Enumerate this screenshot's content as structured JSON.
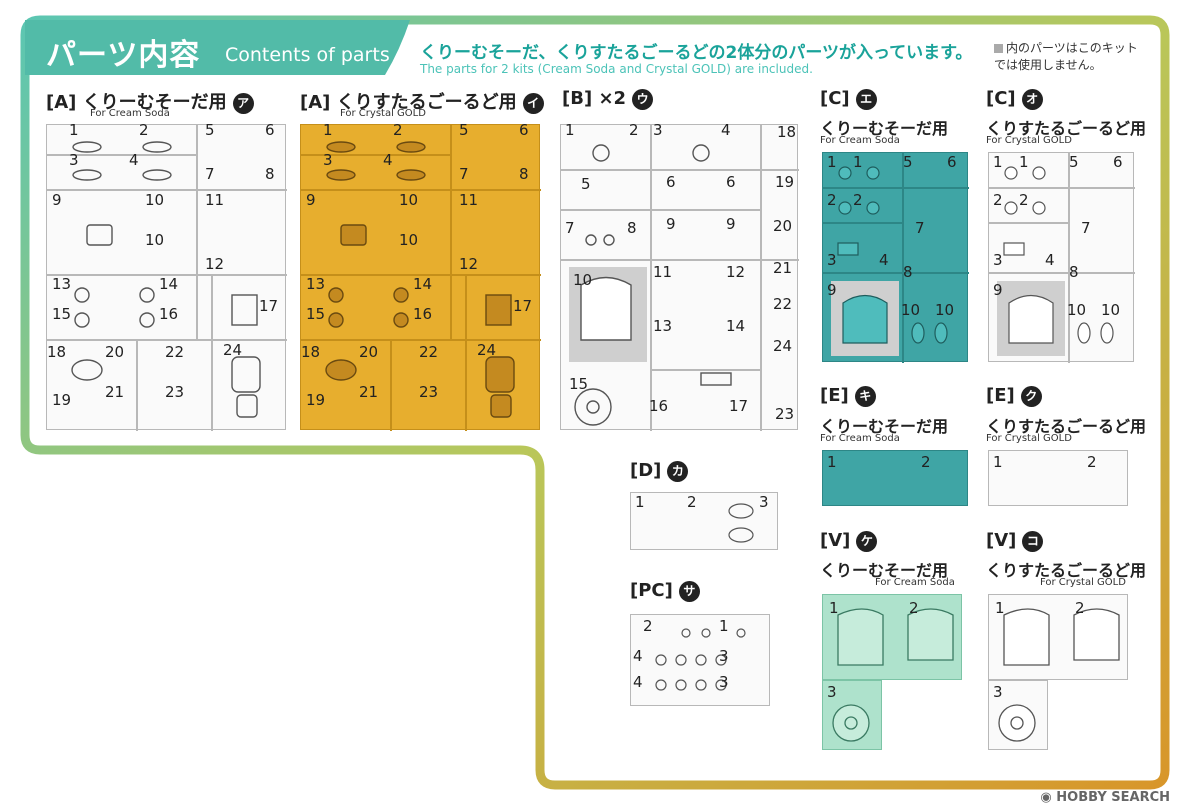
{
  "header": {
    "title": "パーツ内容",
    "subtitle": "Contents of parts",
    "intro_jp": "くりーむそーだ、くりすたるごーるどの2体分のパーツが入っています。",
    "intro_en": "The parts for 2 kits (Cream Soda and  Crystal GOLD) are included.",
    "note_line1": "内のパーツはこのキット",
    "note_line2": "では使用しません。"
  },
  "sprues": {
    "a_cream": {
      "code": "[A]",
      "name": "くりーむそーだ用",
      "marker": "ア",
      "sub": "For Cream Soda",
      "numbers": [
        "1",
        "2",
        "3",
        "4",
        "5",
        "6",
        "7",
        "8",
        "9",
        "10",
        "10",
        "11",
        "12",
        "13",
        "14",
        "15",
        "16",
        "17",
        "18",
        "20",
        "22",
        "24",
        "21",
        "23",
        "19"
      ]
    },
    "a_gold": {
      "code": "[A]",
      "name": "くりすたるごーるど用",
      "marker": "イ",
      "sub": "For Crystal GOLD",
      "numbers": [
        "1",
        "2",
        "3",
        "4",
        "5",
        "6",
        "7",
        "8",
        "9",
        "10",
        "10",
        "11",
        "12",
        "13",
        "14",
        "15",
        "16",
        "17",
        "18",
        "20",
        "22",
        "24",
        "21",
        "23",
        "19"
      ]
    },
    "b": {
      "code": "[B]",
      "name": "×2",
      "marker": "ウ",
      "numbers": [
        "1",
        "2",
        "3",
        "4",
        "18",
        "5",
        "6",
        "6",
        "19",
        "7",
        "8",
        "9",
        "9",
        "20",
        "21",
        "10",
        "11",
        "12",
        "22",
        "13",
        "14",
        "24",
        "15",
        "16",
        "17",
        "23"
      ]
    },
    "c_cream": {
      "code": "[C]",
      "name": "くりーむそーだ用",
      "marker": "エ",
      "sub": "For Cream Soda",
      "numbers": [
        "1",
        "1",
        "5",
        "6",
        "2",
        "2",
        "7",
        "3",
        "4",
        "8",
        "9",
        "10",
        "10"
      ]
    },
    "c_gold": {
      "code": "[C]",
      "name": "くりすたるごーるど用",
      "marker": "オ",
      "sub": "For Crystal GOLD",
      "numbers": [
        "1",
        "1",
        "5",
        "6",
        "2",
        "2",
        "7",
        "3",
        "4",
        "8",
        "9",
        "10",
        "10"
      ]
    },
    "e_cream": {
      "code": "[E]",
      "name": "くりーむそーだ用",
      "marker": "キ",
      "sub": "For Cream Soda",
      "numbers": [
        "1",
        "2"
      ]
    },
    "e_gold": {
      "code": "[E]",
      "name": "くりすたるごーるど用",
      "marker": "ク",
      "sub": "For Crystal GOLD",
      "numbers": [
        "1",
        "2"
      ]
    },
    "d": {
      "code": "[D]",
      "marker": "カ",
      "numbers": [
        "1",
        "2",
        "3"
      ]
    },
    "pc": {
      "code": "[PC]",
      "marker": "サ",
      "numbers": [
        "2",
        "1",
        "4",
        "3",
        "4",
        "3"
      ]
    },
    "v_cream": {
      "code": "[V]",
      "name": "くりーむそーだ用",
      "marker": "ケ",
      "sub": "For Cream Soda",
      "numbers": [
        "1",
        "2",
        "3"
      ]
    },
    "v_gold": {
      "code": "[V]",
      "name": "くりすたるごーるど用",
      "marker": "コ",
      "sub": "For Crystal GOLD",
      "numbers": [
        "1",
        "2",
        "3"
      ]
    }
  },
  "watermark": "HOBBY SEARCH",
  "colors": {
    "teal": "#45b8a8",
    "gold": "#d89a2c",
    "gold_sprue": "#e7ae2e",
    "teal_sprue": "#3fa5a5",
    "mint_sprue": "#aee2cc"
  }
}
